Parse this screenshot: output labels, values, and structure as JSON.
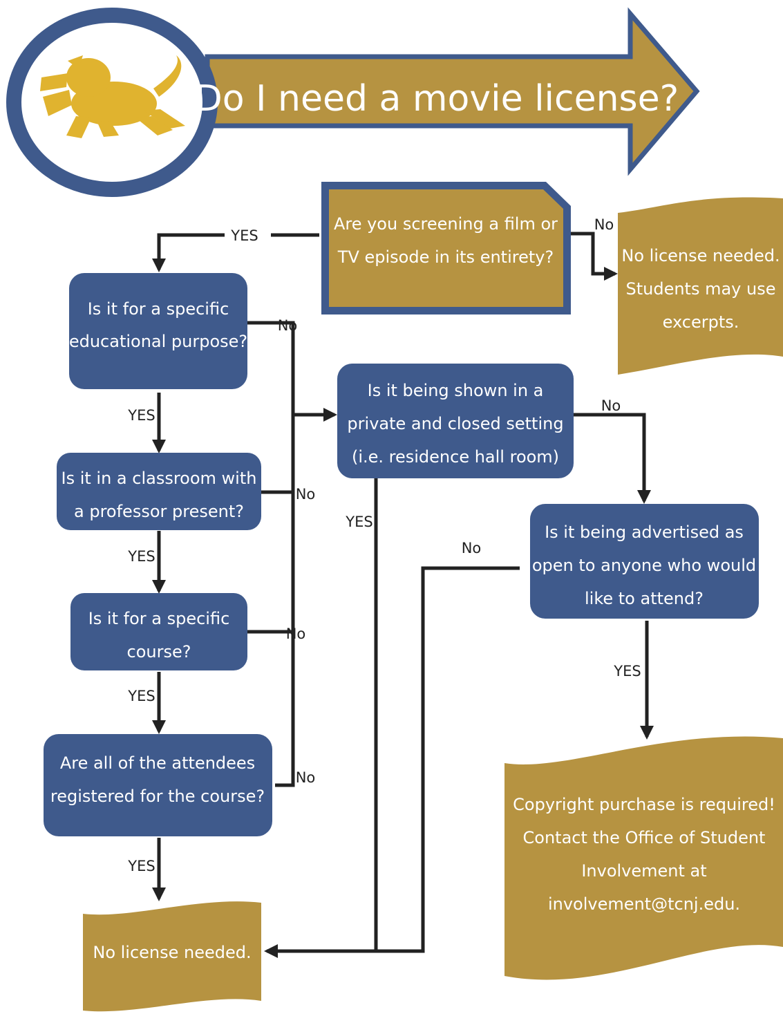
{
  "colors": {
    "navy": "#3f5a8c",
    "gold": "#b69341",
    "logo_gold": "#e0b32f",
    "text_white": "#ffffff",
    "line": "#222222"
  },
  "header": {
    "title": "Do I need a movie license?",
    "logo_icon": "lion-icon"
  },
  "nodes": {
    "q_entirety": [
      "Are you screening a film or",
      "TV episode in its entirety?"
    ],
    "q_educational": [
      "Is it for a specific",
      "educational purpose?"
    ],
    "q_classroom": [
      "Is it in a classroom with",
      "a professor present?"
    ],
    "q_course": [
      "Is it for a specific",
      "course?"
    ],
    "q_attendees": [
      "Are all of the attendees",
      "registered for the course?"
    ],
    "q_private": [
      "Is it being shown in a",
      "private and closed setting",
      "(i.e. residence hall room)"
    ],
    "q_advertised": [
      "Is it being advertised as",
      "open to anyone who would",
      "like to attend?"
    ],
    "end_excerpts": [
      "No license needed.",
      "Students may use",
      "excerpts."
    ],
    "end_no_license": [
      "No license needed."
    ],
    "end_copyright": [
      "Copyright purchase is required!",
      "Contact the Office of Student",
      "Involvement at",
      "involvement@tcnj.edu."
    ]
  },
  "edge_labels": {
    "yes_top": "YES",
    "no_top": "No",
    "no_educational": "No",
    "yes_educational": "YES",
    "no_classroom": "No",
    "yes_classroom": "YES",
    "no_course": "No",
    "yes_course": "YES",
    "no_attendees": "No",
    "yes_attendees": "YES",
    "no_private": "No",
    "yes_private": "YES",
    "no_advertised": "No",
    "yes_advertised": "YES"
  }
}
